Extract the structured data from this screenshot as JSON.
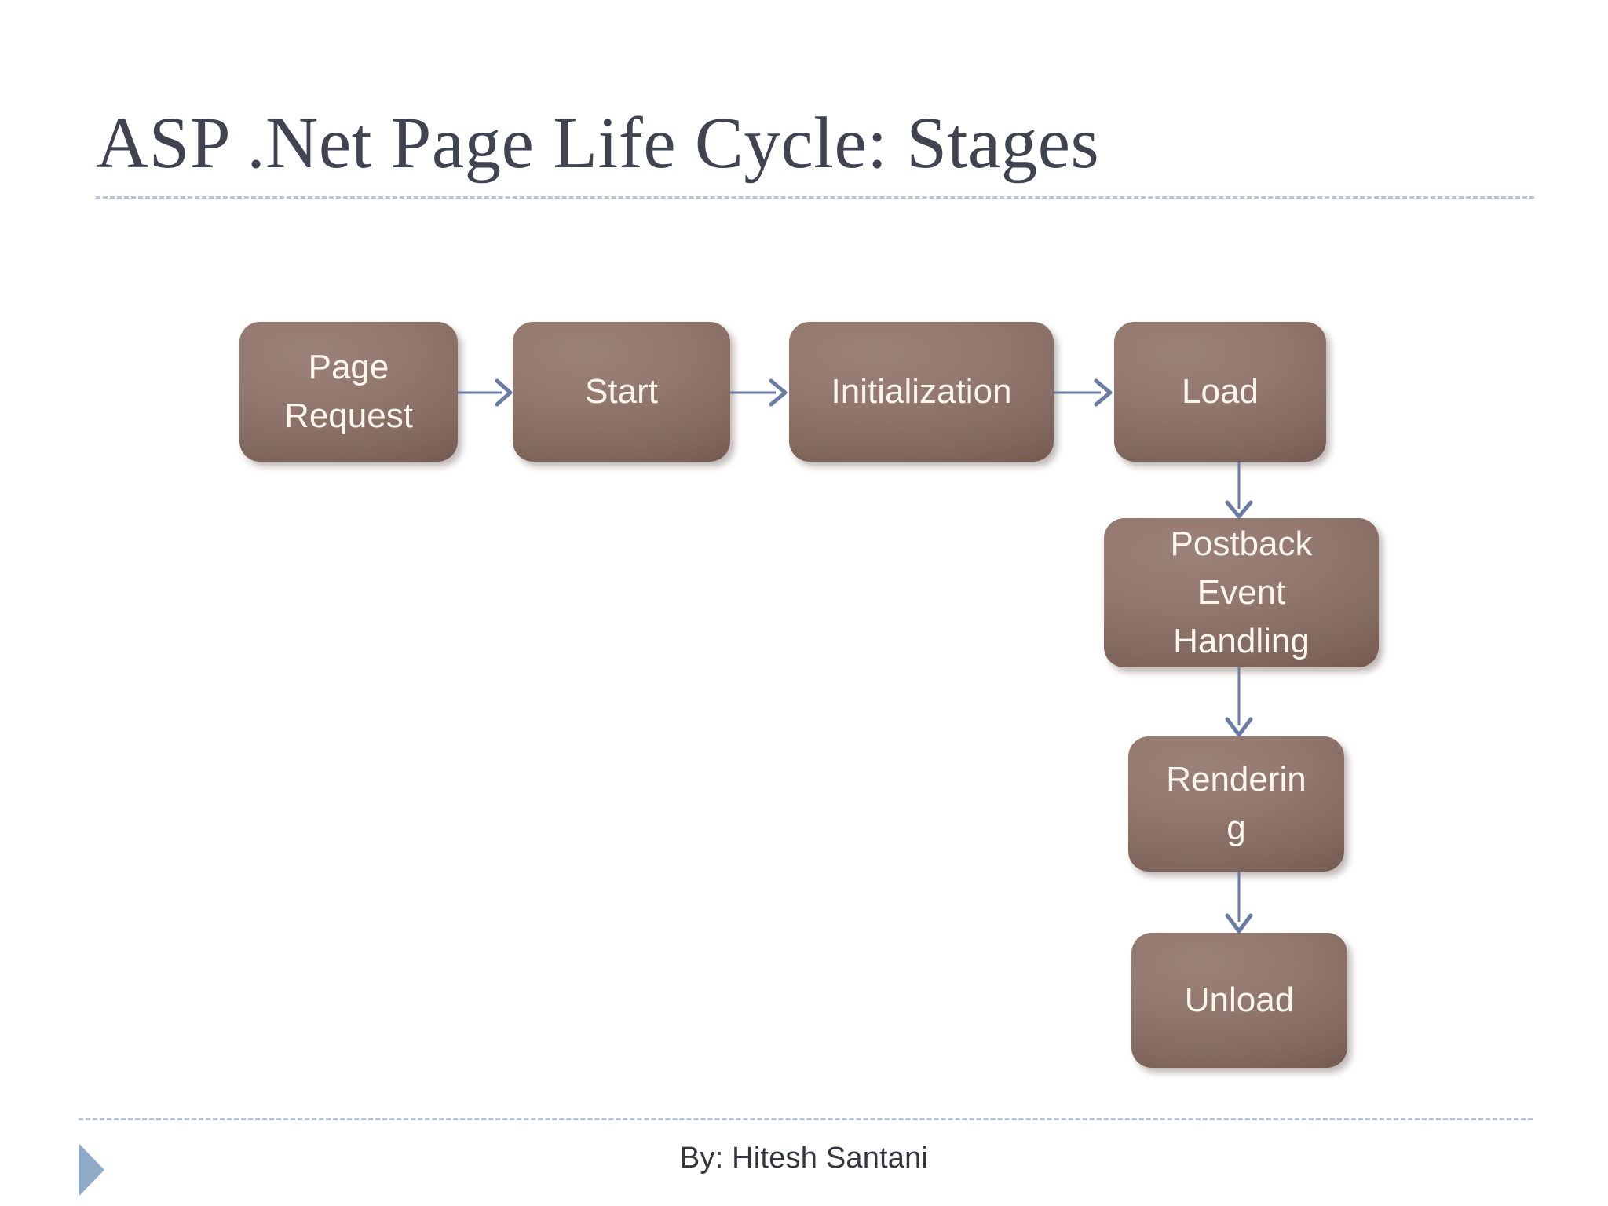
{
  "slide": {
    "title": "ASP .Net Page Life Cycle: Stages",
    "byline": "By: Hitesh Santani",
    "background_color": "#ffffff",
    "title_color": "#3f4450",
    "rule_color": "#b9c4d6",
    "triangle_color": "#8fabc8"
  },
  "diagram": {
    "type": "flowchart",
    "box_fill_color": "#8b7066",
    "box_text_color": "#fdf6ef",
    "connector_color": "#6a7ba4",
    "nodes": [
      {
        "id": "page-request",
        "label": "Page\nRequest"
      },
      {
        "id": "start",
        "label": "Start"
      },
      {
        "id": "initialization",
        "label": "Initialization"
      },
      {
        "id": "load",
        "label": "Load"
      },
      {
        "id": "postback-event-handling",
        "label": "Postback\nEvent\nHandling"
      },
      {
        "id": "rendering",
        "label": "Renderin\ng"
      },
      {
        "id": "unload",
        "label": "Unload"
      }
    ],
    "edges": [
      {
        "from": "page-request",
        "to": "start",
        "direction": "right"
      },
      {
        "from": "start",
        "to": "initialization",
        "direction": "right"
      },
      {
        "from": "initialization",
        "to": "load",
        "direction": "right"
      },
      {
        "from": "load",
        "to": "postback-event-handling",
        "direction": "down"
      },
      {
        "from": "postback-event-handling",
        "to": "rendering",
        "direction": "down"
      },
      {
        "from": "rendering",
        "to": "unload",
        "direction": "down"
      }
    ]
  }
}
